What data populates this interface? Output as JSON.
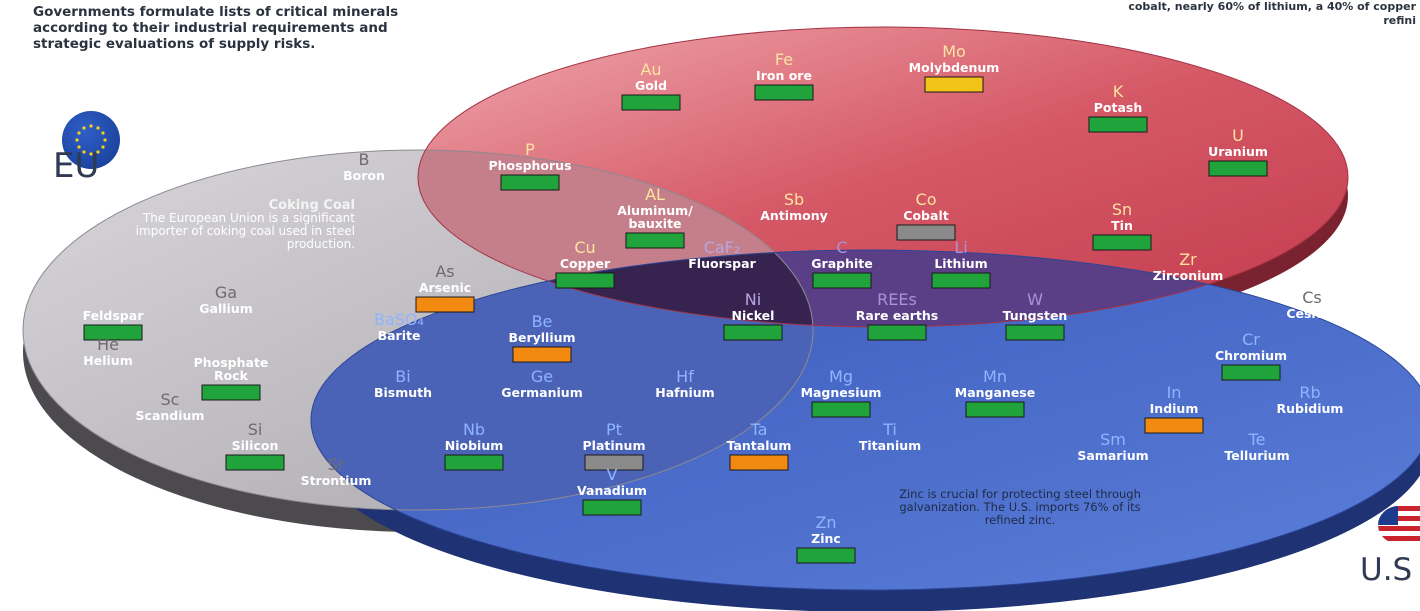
{
  "intro": "Governments formulate lists of critical minerals according to their industrial requirements and strategic evaluations of supply risks.",
  "top_right_note": "cobalt, nearly 60% of lithium, a 40% of copper refini",
  "regions": {
    "eu": "EU",
    "us": "U.S"
  },
  "coking_coal": {
    "title": "Coking Coal",
    "text": "The European Union is a significant importer of coking coal used in steel production."
  },
  "zinc_note": "Zinc is crucial for protecting steel through galvanization. The U.S. imports 76% of its refined zinc.",
  "colors": {
    "eu_region": "#b7b4b8",
    "top_region": "#cf5160",
    "us_region": "#3c5fbf",
    "center_region": "#3a2756",
    "bar_green": "#1fa33a",
    "bar_orange": "#f28a12",
    "bar_gray": "#8a8a8a",
    "bar_yellow": "#f2c318"
  },
  "minerals": [
    {
      "sym": "Au",
      "name": "Gold",
      "bar": "green"
    },
    {
      "sym": "Fe",
      "name": "Iron ore",
      "bar": "green"
    },
    {
      "sym": "Mo",
      "name": "Molybdenum",
      "bar": "yellow"
    },
    {
      "sym": "K",
      "name": "Potash",
      "bar": "green"
    },
    {
      "sym": "U",
      "name": "Uranium",
      "bar": "green"
    },
    {
      "sym": "P",
      "name": "Phosphorus",
      "bar": "green"
    },
    {
      "sym": "B",
      "name": "Boron",
      "bar": ""
    },
    {
      "sym": "AL",
      "name": "Aluminum/ bauxite",
      "bar": "green"
    },
    {
      "sym": "Sb",
      "name": "Antimony",
      "bar": ""
    },
    {
      "sym": "Co",
      "name": "Cobalt",
      "bar": "gray"
    },
    {
      "sym": "Sn",
      "name": "Tin",
      "bar": "green"
    },
    {
      "sym": "Zr",
      "name": "Zirconium",
      "bar": ""
    },
    {
      "sym": "Cu",
      "name": "Copper",
      "bar": "green"
    },
    {
      "sym": "CaF₂",
      "name": "Fluorspar",
      "bar": ""
    },
    {
      "sym": "C",
      "name": "Graphite",
      "bar": "green"
    },
    {
      "sym": "Li",
      "name": "Lithium",
      "bar": "green"
    },
    {
      "sym": "As",
      "name": "Arsenic",
      "bar": "orange"
    },
    {
      "sym": "Ni",
      "name": "Nickel",
      "bar": "green"
    },
    {
      "sym": "REEs",
      "name": "Rare earths",
      "bar": "green"
    },
    {
      "sym": "W",
      "name": "Tungsten",
      "bar": "green"
    },
    {
      "sym": "Cs",
      "name": "Cesium",
      "bar": ""
    },
    {
      "sym": "",
      "name": "Feldspar",
      "bar": "green"
    },
    {
      "sym": "Ga",
      "name": "Gallium",
      "bar": ""
    },
    {
      "sym": "BaSO₄",
      "name": "Barite",
      "bar": ""
    },
    {
      "sym": "Be",
      "name": "Beryllium",
      "bar": "orange"
    },
    {
      "sym": "Cr",
      "name": "Chromium",
      "bar": "green"
    },
    {
      "sym": "He",
      "name": "Helium",
      "bar": ""
    },
    {
      "sym": "",
      "name": "Phosphate Rock",
      "bar": "green"
    },
    {
      "sym": "Bi",
      "name": "Bismuth",
      "bar": ""
    },
    {
      "sym": "Ge",
      "name": "Germanium",
      "bar": ""
    },
    {
      "sym": "Hf",
      "name": "Hafnium",
      "bar": ""
    },
    {
      "sym": "Mg",
      "name": "Magnesium",
      "bar": "green"
    },
    {
      "sym": "Mn",
      "name": "Manganese",
      "bar": "green"
    },
    {
      "sym": "In",
      "name": "Indium",
      "bar": "orange"
    },
    {
      "sym": "Rb",
      "name": "Rubidium",
      "bar": ""
    },
    {
      "sym": "Sc",
      "name": "Scandium",
      "bar": ""
    },
    {
      "sym": "Si",
      "name": "Silicon",
      "bar": "green"
    },
    {
      "sym": "Nb",
      "name": "Niobium",
      "bar": "green"
    },
    {
      "sym": "Pt",
      "name": "Platinum",
      "bar": "gray"
    },
    {
      "sym": "Ta",
      "name": "Tantalum",
      "bar": "orange"
    },
    {
      "sym": "Ti",
      "name": "Titanium",
      "bar": ""
    },
    {
      "sym": "Sm",
      "name": "Samarium",
      "bar": ""
    },
    {
      "sym": "Te",
      "name": "Tellurium",
      "bar": ""
    },
    {
      "sym": "Sr",
      "name": "Strontium",
      "bar": ""
    },
    {
      "sym": "V",
      "name": "Vanadium",
      "bar": "green"
    },
    {
      "sym": "Zn",
      "name": "Zinc",
      "bar": "green"
    }
  ]
}
